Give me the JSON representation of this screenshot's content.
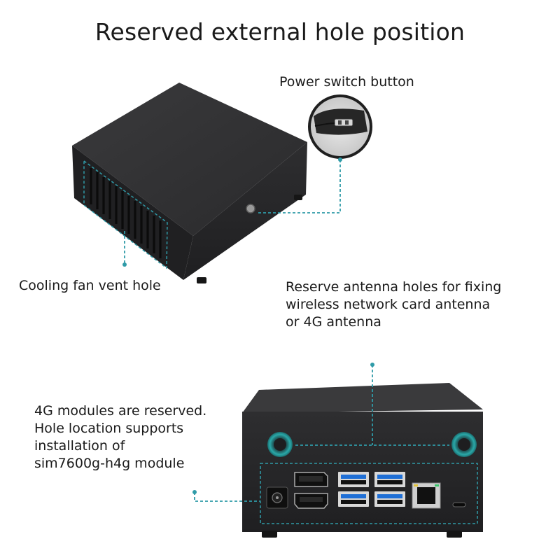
{
  "title": "Reserved external hole position",
  "callouts": {
    "power_switch": "Power switch button",
    "cooling_vent": "Cooling fan vent hole",
    "antenna_lines": [
      "Reserve antenna holes for fixing",
      "wireless network card antenna",
      "or 4G antenna"
    ],
    "module_lines": [
      "4G modules are reserved.",
      "Hole location supports",
      "installation of",
      "sim7600g-h4g module"
    ]
  },
  "colors": {
    "case": "#2b2b2d",
    "case_top": "#3a3a3c",
    "callout_line": "#2f9ba8",
    "antenna_ring": "#2aa8a8"
  }
}
